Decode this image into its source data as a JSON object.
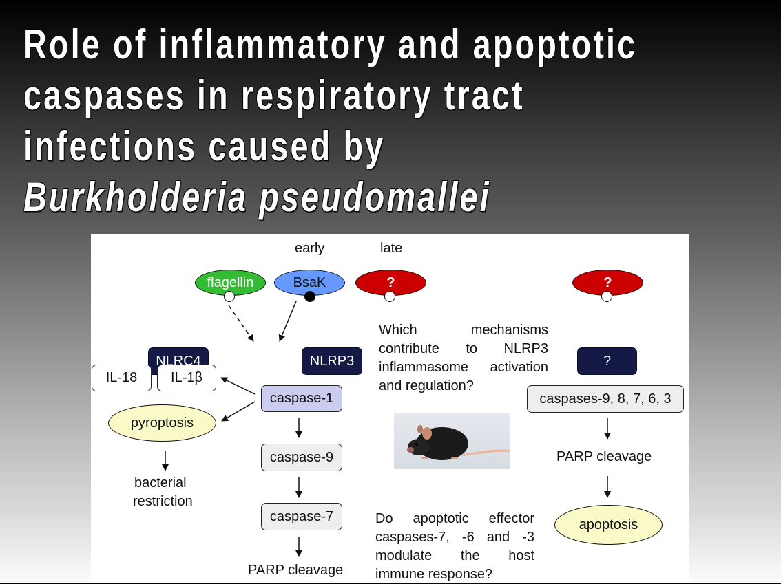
{
  "slide": {
    "title_lines": [
      "Role of inflammatory and apoptotic",
      "caspases in respiratory tract",
      "infections caused by"
    ],
    "title_italic_line": "Burkholderia pseudomallei"
  },
  "diagram": {
    "timing_labels": {
      "early": "early",
      "late": "late"
    },
    "triggers": {
      "flagellin": "flagellin",
      "bsak": "BsaK",
      "unknown_late": "?",
      "unknown_apoptotic": "?"
    },
    "inflammasomes": {
      "nlrc4": "NLRC4",
      "nlrp3": "NLRP3",
      "unknown_sensor": "?"
    },
    "cytokines": {
      "il18": "IL-18",
      "il1b": "IL-1β"
    },
    "inflammatory_pathway": {
      "caspase1": "caspase-1",
      "pyroptosis": "pyroptosis",
      "bacterial_restriction_line1": "bacterial",
      "bacterial_restriction_line2": "restriction",
      "caspase9": "caspase-9",
      "caspase7": "caspase-7",
      "parp_cleavage": "PARP cleavage"
    },
    "apoptotic_pathway": {
      "caspases": "caspases-9, 8, 7, 6, 3",
      "parp_cleavage": "PARP cleavage",
      "apoptosis": "apoptosis"
    },
    "questions": {
      "nlrp3_question": "Which mechanisms contribute to NLRP3 inflammasome activation and regulation?",
      "effector_question": "Do apoptotic effector caspases-7, -6 and -3 modulate the host immune response?"
    },
    "image": {
      "icon": "mouse-photo"
    },
    "colors": {
      "flagellin": "#33bb33",
      "bsak": "#6699ff",
      "unknown": "#cc0000",
      "inflammasome": "#141a45",
      "caspase1": "#ccccf0",
      "caspase_gray": "#eeeeee",
      "outcome_yellow": "#fafac8"
    }
  }
}
